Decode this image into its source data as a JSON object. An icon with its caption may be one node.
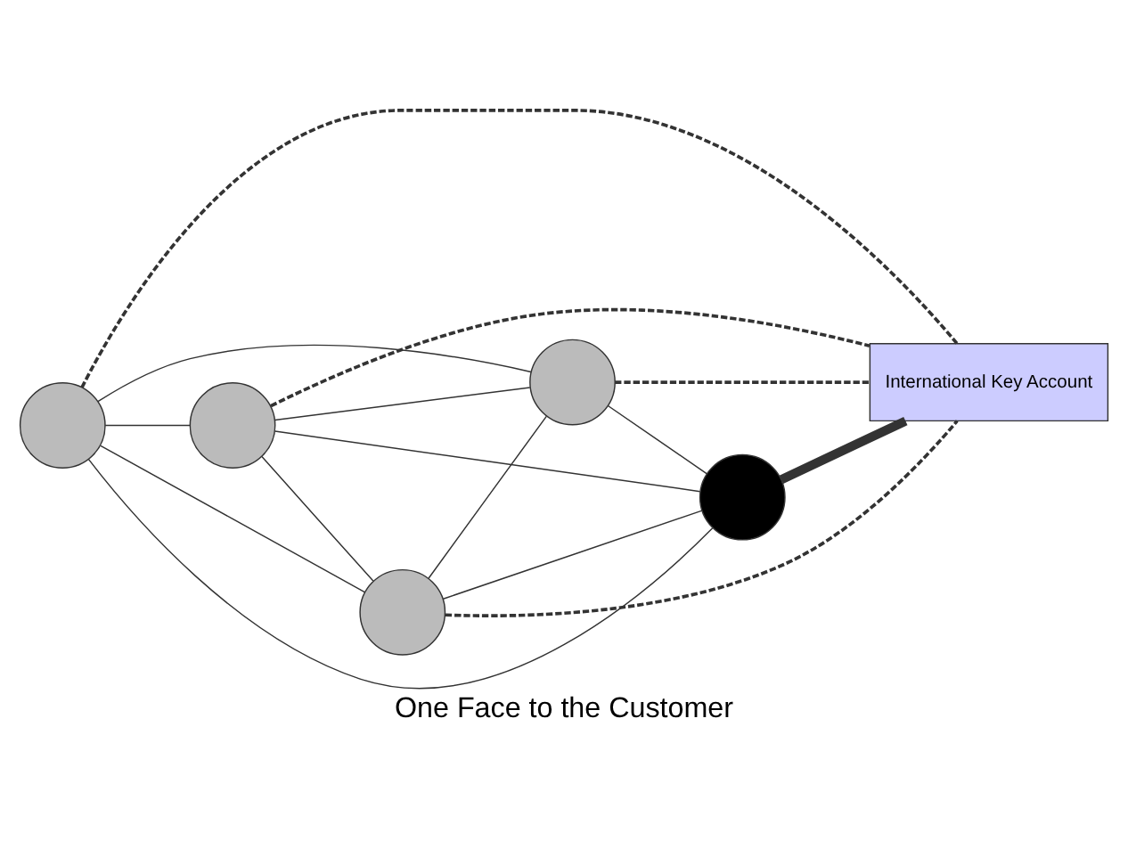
{
  "diagram": {
    "caption": "One Face to the Customer",
    "nodes": [
      {
        "text": [],
        "shape": "circle"
      },
      {
        "text": [],
        "shape": "circle"
      },
      {
        "text": [],
        "shape": "circle"
      },
      {
        "text": [],
        "shape": "circle"
      },
      {
        "text": [],
        "shape": "circle"
      },
      {
        "text": [
          "International Key Account"
        ]
      }
    ],
    "edges": [
      {
        "from": 0,
        "to": 1,
        "arrow": "none"
      },
      {
        "from": 0,
        "to": 3,
        "arrow": "none"
      },
      {
        "from": 3,
        "to": 4,
        "arrow": "none"
      },
      {
        "from": 4,
        "to": 2,
        "arrow": "none"
      },
      {
        "from": 1,
        "to": 2,
        "arrow": "none"
      },
      {
        "from": 0,
        "to": 2,
        "arrow": "none"
      },
      {
        "from": 0,
        "to": 4,
        "arrow": "none"
      },
      {
        "from": 3,
        "to": 1,
        "arrow": "none"
      },
      {
        "from": 3,
        "to": 2,
        "arrow": "none"
      },
      {
        "from": 1,
        "to": 4,
        "arrow": "none"
      },
      {
        "from": 1,
        "to": 5,
        "arrow": "none",
        "style": "dashed"
      },
      {
        "from": 0,
        "to": 5,
        "arrow": "none",
        "style": "dashed"
      },
      {
        "from": 2,
        "to": 5,
        "arrow": "none",
        "style": "thick"
      },
      {
        "from": 3,
        "to": 5,
        "arrow": "none",
        "style": "dashed"
      },
      {
        "from": 4,
        "to": 5,
        "arrow": "none",
        "style": "dashed"
      }
    ]
  }
}
